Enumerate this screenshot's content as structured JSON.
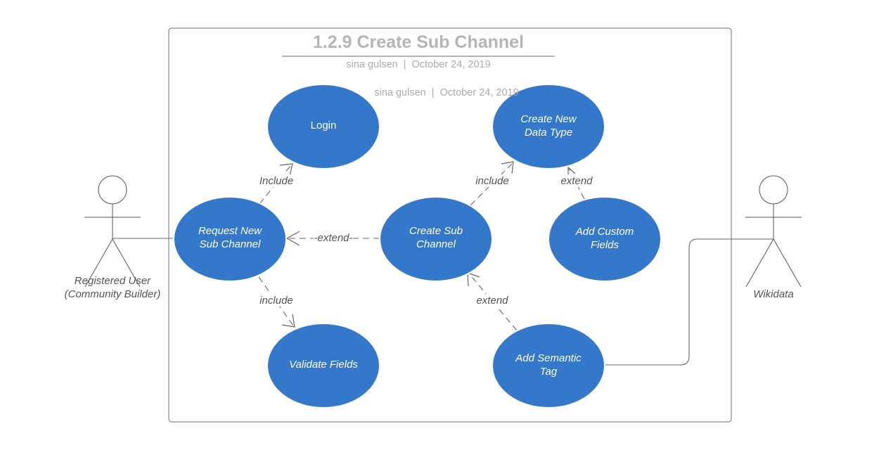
{
  "diagram": {
    "title": "1.2.9 Create Sub Channel",
    "subtitle": "sina gulsen  |  October 24, 2019",
    "watermark": "sina gulsen  |  October 24, 2019"
  },
  "use_cases": {
    "login": [
      "Login"
    ],
    "create_data_type": [
      "Create New",
      "Data Type"
    ],
    "request_sub_channel": [
      "Request New",
      "Sub Channel"
    ],
    "create_sub_channel": [
      "Create Sub",
      "Channel"
    ],
    "add_custom_fields": [
      "Add Custom",
      "Fields"
    ],
    "validate_fields": [
      "Validate Fields"
    ],
    "add_semantic_tag": [
      "Add Semantic",
      "Tag"
    ]
  },
  "relations": {
    "request_login": "Include",
    "create_datatype": "include",
    "custom_datatype": "extend",
    "create_request": "-extend-",
    "request_validate": "include",
    "semantic_create": "extend"
  },
  "actors": {
    "registered_user": [
      "Registered User",
      "(Community Builder)"
    ],
    "wikidata": [
      "Wikidata"
    ]
  },
  "colors": {
    "use_case_fill": "#3478cb",
    "title": "#b5b5b5",
    "lines": "#666666"
  }
}
